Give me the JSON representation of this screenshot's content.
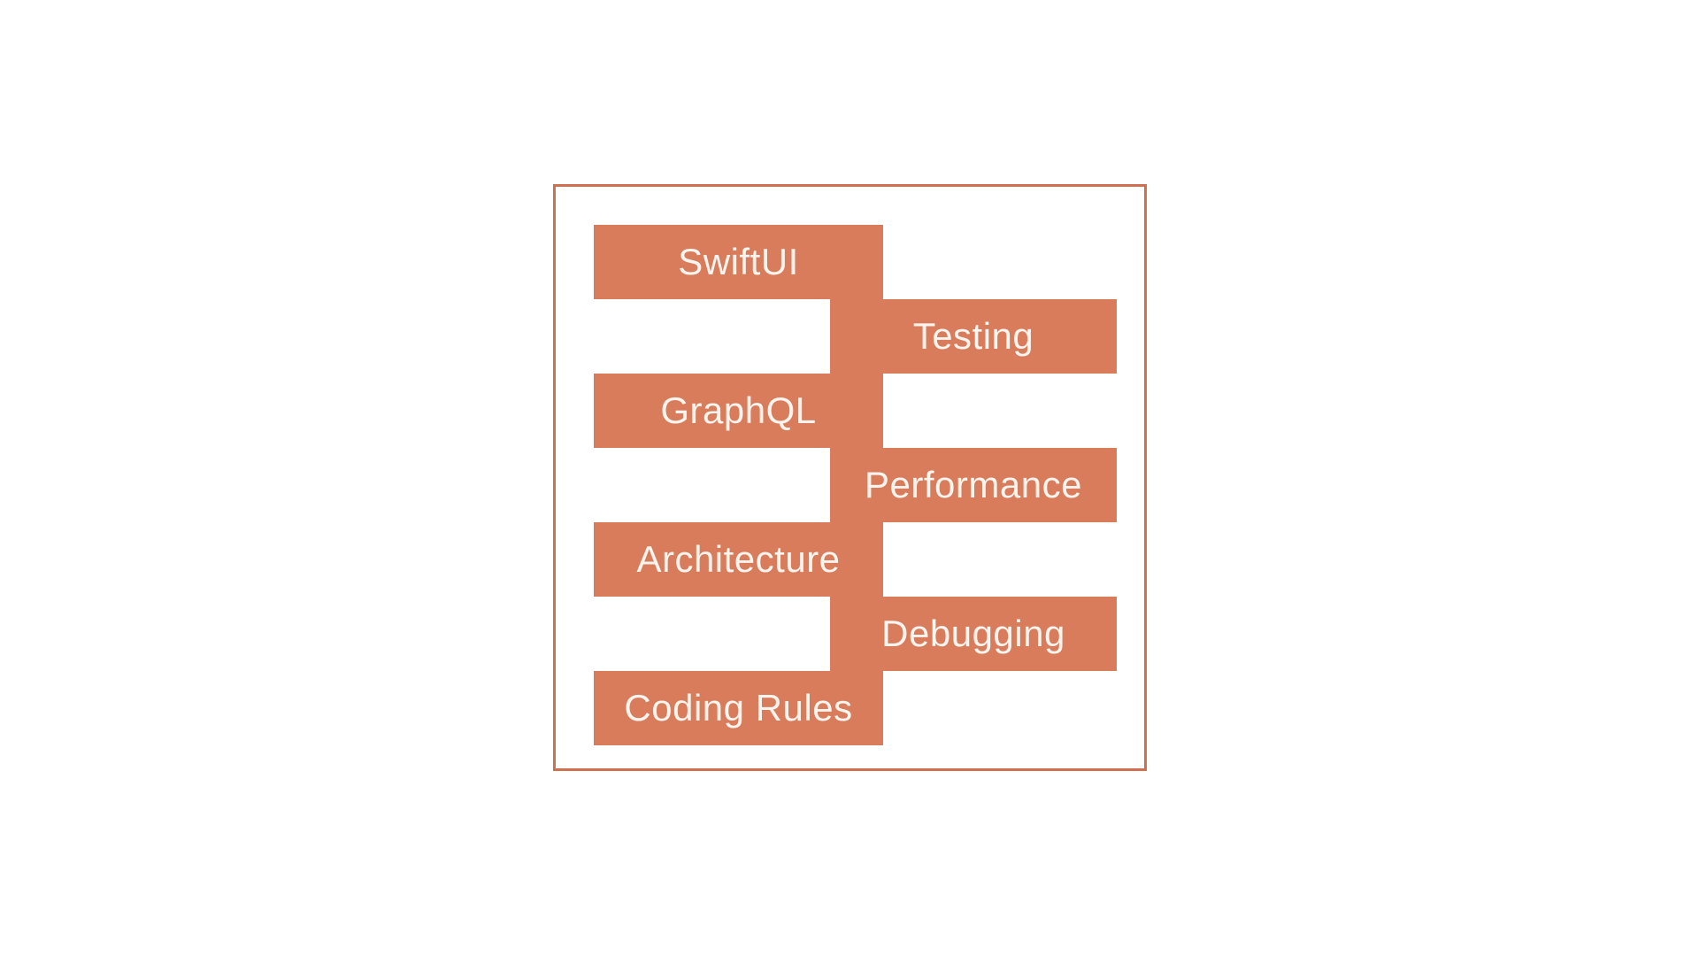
{
  "colors": {
    "background": "#ffffff",
    "block_fill": "#d87c5c",
    "block_text": "#f9f4ee",
    "frame_border": "#d0704e"
  },
  "blocks": [
    {
      "label": "SwiftUI",
      "side": "left"
    },
    {
      "label": "Testing",
      "side": "right"
    },
    {
      "label": "GraphQL",
      "side": "left"
    },
    {
      "label": "Performance",
      "side": "right"
    },
    {
      "label": "Architecture",
      "side": "left"
    },
    {
      "label": "Debugging",
      "side": "right"
    },
    {
      "label": "Coding Rules",
      "side": "left"
    }
  ]
}
